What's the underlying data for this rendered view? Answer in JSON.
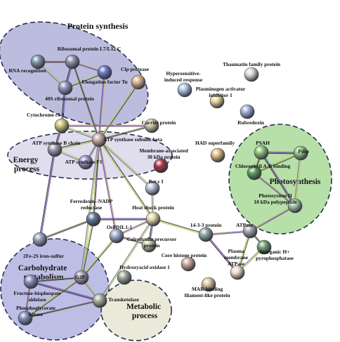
{
  "clusters": {
    "protein_synthesis": "Protein synthesis",
    "energy_process": [
      "Energy",
      "process"
    ],
    "photosynthesis": "Photosynthesis",
    "carbohydrate_metabolism": [
      "Carbohydrate",
      "metabolism"
    ],
    "metabolic_process": [
      "Metabolic",
      "process"
    ]
  },
  "nodes": [
    {
      "id": "ribosomal_l7",
      "label": [
        "Ribosomal protein L7/L12 C"
      ],
      "color": "#8f8ea6"
    },
    {
      "id": "rna_recognition",
      "label": [
        "RNA recognition"
      ],
      "color": "#7d96a7"
    },
    {
      "id": "elongation_factor",
      "label": [
        "Elongation factor Tu"
      ],
      "color": "#6a78c4"
    },
    {
      "id": "ribosomal_40s",
      "label": [
        "40S ribosomal protein"
      ],
      "color": "#8896b8"
    },
    {
      "id": "clp_protease",
      "label": [
        "Clp protease"
      ],
      "color": "#d9b08a"
    },
    {
      "id": "thaumatin",
      "label": [
        "Thaumatin family protein"
      ],
      "color": "#d8d8d8"
    },
    {
      "id": "hypersensitive",
      "label": [
        "Hypersensitive-",
        "induced response"
      ],
      "color": "#a9c3df"
    },
    {
      "id": "plasminogen",
      "label": [
        "Plasminogen activator",
        "inhibitor 1"
      ],
      "color": "#e3d79e"
    },
    {
      "id": "rubredoxin",
      "label": [
        "Rubredoxin"
      ],
      "color": "#9db1d9"
    },
    {
      "id": "cytochrome_c1",
      "label": [
        "Cytochrome c1-1"
      ],
      "color": "#cdc07a"
    },
    {
      "id": "carrier_protein",
      "label": [
        "Carrier protein"
      ],
      "color": "#c9c4a2"
    },
    {
      "id": "atp_synthase_b",
      "label": [
        "ATP synthase B chain"
      ],
      "color": "#9a9ab0"
    },
    {
      "id": "atp_synthase_beta",
      "label": [
        "ATP synthase subunit beta"
      ],
      "color": "#c7a8a2"
    },
    {
      "id": "atp_synthase_f1",
      "label": [
        "ATP synthase F1"
      ],
      "color": "#9b93c4"
    },
    {
      "id": "membrane_30",
      "label": [
        "Membrane-associated",
        "30 kDa protein"
      ],
      "color": "#a8384a"
    },
    {
      "id": "had",
      "label": [
        "HAD superfamily"
      ],
      "color": "#ddbd82"
    },
    {
      "id": "psah",
      "label": [
        "PSAH"
      ],
      "color": "#8fc27a"
    },
    {
      "id": "psbp",
      "label": [
        "Psbp"
      ],
      "color": "#8fc37f"
    },
    {
      "id": "chlorophyll_ab",
      "label": [
        "Chlorophyll A-B binding"
      ],
      "color": "#5f9a5f"
    },
    {
      "id": "photosystem_ii",
      "label": [
        "Photosystem II",
        "10 kDa polypeptide"
      ],
      "color": "#9ec7a5"
    },
    {
      "id": "bet_v1",
      "label": [
        "Bet v I"
      ],
      "color": "#b8bed9"
    },
    {
      "id": "ferredoxin",
      "label": [
        "Ferredoxin--NADP",
        "reductase"
      ],
      "color": "#5e7a96"
    },
    {
      "id": "heat_shock",
      "label": [
        "Heat shock protein"
      ],
      "color": "#e3d8a4"
    },
    {
      "id": "ospdil",
      "label": [
        "OsPDIL1-1"
      ],
      "color": "#9caecb"
    },
    {
      "id": "calreticulin",
      "label": [
        "Calreticulin precursor",
        "protein"
      ],
      "color": "#c6c4a1"
    },
    {
      "id": "fe_s",
      "label": [
        "2Fe-2S iron-sulfur"
      ],
      "color": "#8fa0bb"
    },
    {
      "id": "protein_1433",
      "label": [
        "14-3-3 protein"
      ],
      "color": "#8fa4a4"
    },
    {
      "id": "atpase",
      "label": [
        "ATPase"
      ],
      "color": "#a5a5ad"
    },
    {
      "id": "inorganic_h",
      "label": [
        "Inorganic H+",
        "pyrophosphatase"
      ],
      "color": "#6f9d72"
    },
    {
      "id": "plasma_atpase",
      "label": [
        "Plasma",
        "membrane",
        "ATPase"
      ],
      "color": "#ecdcc8"
    },
    {
      "id": "core_histone",
      "label": [
        "Core histone protein"
      ],
      "color": "#c6a89b"
    },
    {
      "id": "mar_binding",
      "label": [
        "MAR-binding",
        "filament-like protein"
      ],
      "color": "#d9c39b"
    },
    {
      "id": "hydroxyacid",
      "label": [
        "Hydroxyacid oxidase 1"
      ],
      "color": "#9aa593"
    },
    {
      "id": "g3p",
      "label": [
        "G3P"
      ],
      "color": "#a59ab3"
    },
    {
      "id": "fructose_bp",
      "label": [
        "Fructose-bisphospate",
        "aldolase"
      ],
      "color": "#8a8fbf"
    },
    {
      "id": "phosphoglycerate",
      "label": [
        "Phosphoglycerate",
        "kinase"
      ],
      "color": "#7d8db8"
    },
    {
      "id": "transketolase",
      "label": [
        "Transketolase"
      ],
      "color": "#a6ad9e"
    }
  ],
  "edges": [
    [
      "ribosomal_l7",
      "elongation_factor"
    ],
    [
      "ribosomal_l7",
      "ribosomal_40s"
    ],
    [
      "ribosomal_l7",
      "rna_recognition"
    ],
    [
      "elongation_factor",
      "ribosomal_40s"
    ],
    [
      "rna_recognition",
      "ribosomal_40s"
    ],
    [
      "elongation_factor",
      "atp_synthase_beta"
    ],
    [
      "ribosomal_40s",
      "cytochrome_c1"
    ],
    [
      "ribosomal_l7",
      "atp_synthase_beta"
    ],
    [
      "clp_protease",
      "atp_synthase_beta"
    ],
    [
      "cytochrome_c1",
      "atp_synthase_beta"
    ],
    [
      "cytochrome_c1",
      "carrier_protein"
    ],
    [
      "cytochrome_c1",
      "atp_synthase_b"
    ],
    [
      "carrier_protein",
      "atp_synthase_beta"
    ],
    [
      "atp_synthase_b",
      "atp_synthase_beta"
    ],
    [
      "atp_synthase_b",
      "atp_synthase_f1"
    ],
    [
      "atp_synthase_f1",
      "atp_synthase_beta"
    ],
    [
      "atp_synthase_b",
      "fe_s"
    ],
    [
      "atp_synthase_beta",
      "ferredoxin"
    ],
    [
      "atp_synthase_beta",
      "heat_shock"
    ],
    [
      "atp_synthase_beta",
      "bet_v1"
    ],
    [
      "atp_synthase_beta",
      "ospdil"
    ],
    [
      "ferredoxin",
      "heat_shock"
    ],
    [
      "ferredoxin",
      "fe_s"
    ],
    [
      "ferredoxin",
      "g3p"
    ],
    [
      "bet_v1",
      "heat_shock"
    ],
    [
      "heat_shock",
      "ospdil"
    ],
    [
      "heat_shock",
      "calreticulin"
    ],
    [
      "ospdil",
      "calreticulin"
    ],
    [
      "heat_shock",
      "protein_1433"
    ],
    [
      "heat_shock",
      "transketolase"
    ],
    [
      "protein_1433",
      "atpase"
    ],
    [
      "protein_1433",
      "plasma_atpase"
    ],
    [
      "atpase",
      "inorganic_h"
    ],
    [
      "atpase",
      "plasma_atpase"
    ],
    [
      "inorganic_h",
      "plasma_atpase"
    ],
    [
      "atpase",
      "photosystem_ii"
    ],
    [
      "psah",
      "psbp"
    ],
    [
      "psah",
      "chlorophyll_ab"
    ],
    [
      "psbp",
      "chlorophyll_ab"
    ],
    [
      "psbp",
      "photosystem_ii"
    ],
    [
      "chlorophyll_ab",
      "photosystem_ii"
    ],
    [
      "psah",
      "photosystem_ii"
    ],
    [
      "g3p",
      "fructose_bp"
    ],
    [
      "g3p",
      "phosphoglycerate"
    ],
    [
      "g3p",
      "transketolase"
    ],
    [
      "fructose_bp",
      "phosphoglycerate"
    ],
    [
      "fructose_bp",
      "transketolase"
    ],
    [
      "phosphoglycerate",
      "transketolase"
    ],
    [
      "ospdil",
      "g3p"
    ],
    [
      "atp_synthase_beta",
      "g3p"
    ]
  ]
}
